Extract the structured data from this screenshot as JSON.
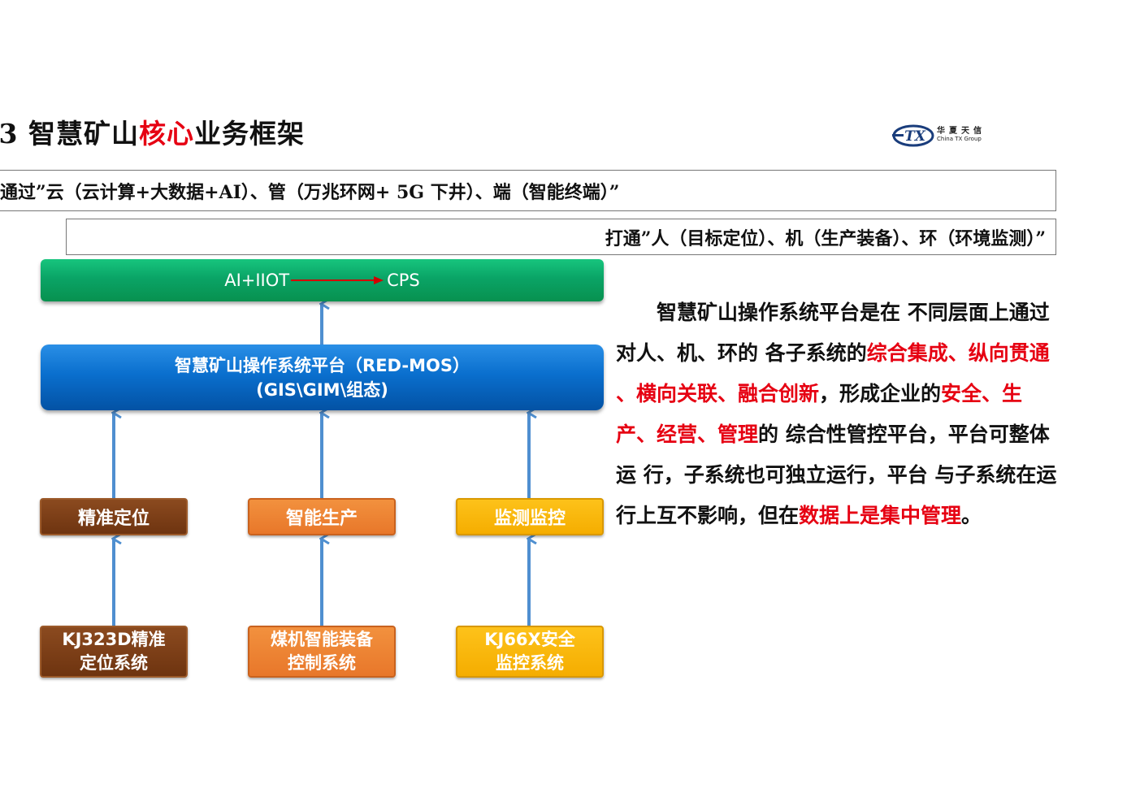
{
  "title": {
    "prefix": ".3 智慧矿山",
    "accent": "核心",
    "suffix": "业务框架"
  },
  "logo": {
    "mark": "TX",
    "cn": "华夏天信",
    "en": "China TX Group"
  },
  "statements": {
    "line1": "通过”云（云计算+大数据+AI）、管（万兆环网+ 5G 下井）、端（智能终端）”",
    "line2": "打通”人（目标定位）、机（生产装备）、环（环境监测）”"
  },
  "diagram": {
    "top_node": {
      "left": "AI+IIOT",
      "right": "CPS"
    },
    "platform": {
      "line1": "智慧矿山操作系统平台（RED-MOS）",
      "line2": "(GIS\\GIM\\组态)"
    },
    "mid_nodes": [
      "精准定位",
      "智能生产",
      "监测监控"
    ],
    "bottom_nodes": [
      {
        "line1": "KJ323D精准",
        "line2": "定位系统"
      },
      {
        "line1": "煤机智能装备",
        "line2": "控制系统"
      },
      {
        "line1": "KJ66X安全",
        "line2": "监控系统"
      }
    ],
    "colors": {
      "arrow": "#4f8fd0",
      "green": "#0aa466",
      "blue": "#0a6fce",
      "brown": "#7a3c15",
      "orange": "#ed842f",
      "yellow": "#fbb90d",
      "red_arrow": "#d40000"
    }
  },
  "description": {
    "segments": [
      {
        "text": "　　智慧矿山操作系统平台是在 不同层面上通过对人、机、环的 各子系统的",
        "highlight": false
      },
      {
        "text": "综合集成、纵向贯通 、横向关联、融合创新",
        "highlight": true
      },
      {
        "text": "，形成企业的",
        "highlight": false
      },
      {
        "text": "安全、生产、经营、管理",
        "highlight": true
      },
      {
        "text": "的 综合性管控平台，平台可整体运 行，子系统也可独立运行，平台 与子系统在运行上互不影响，但在",
        "highlight": false
      },
      {
        "text": "数据上是集中管理",
        "highlight": true
      },
      {
        "text": "。",
        "highlight": false
      }
    ],
    "highlight_color": "#e60012"
  }
}
